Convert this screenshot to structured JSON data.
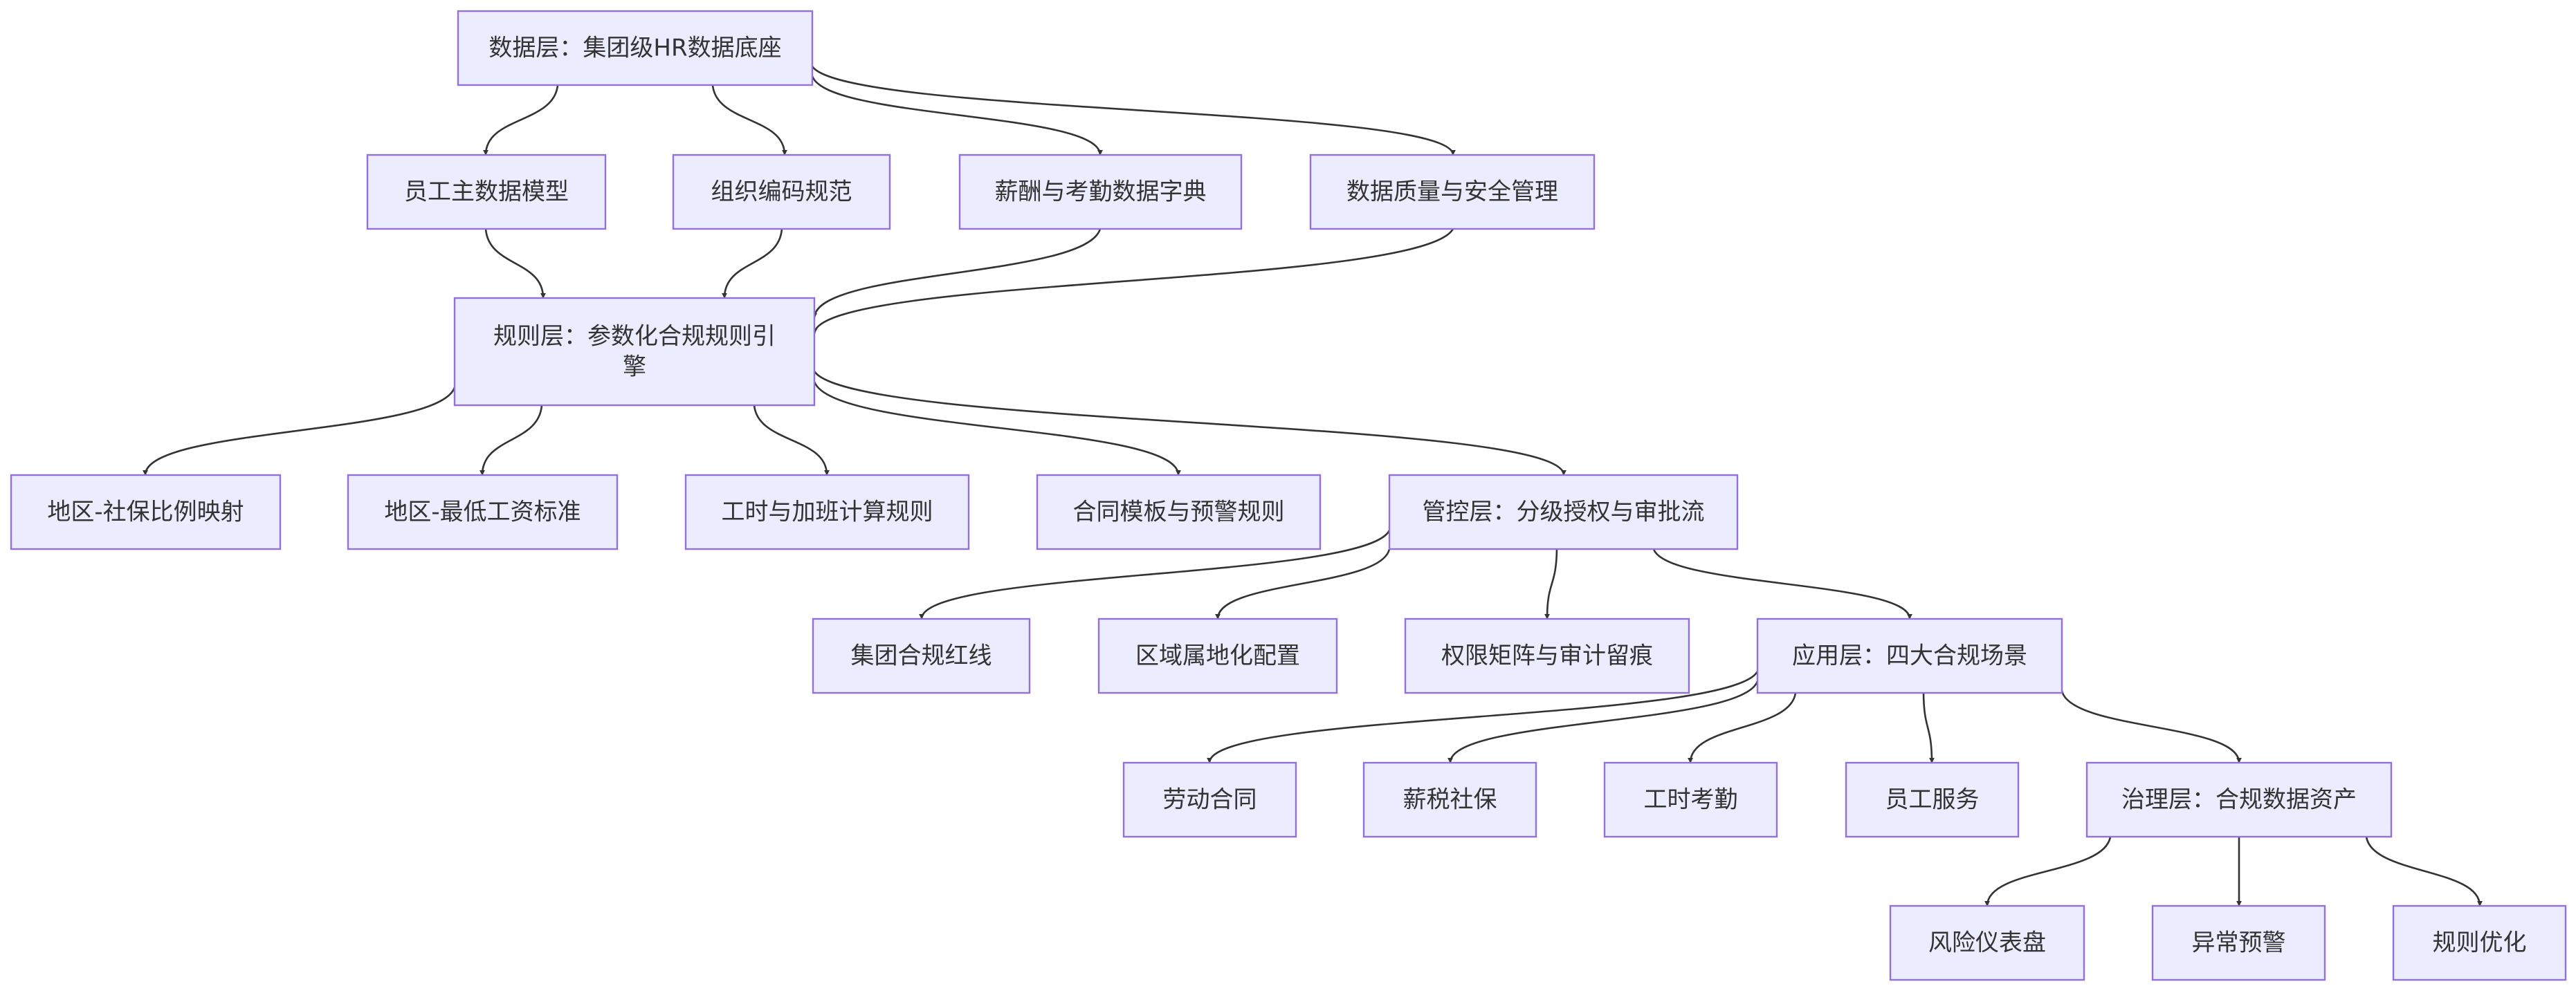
{
  "diagram": {
    "nodes": {
      "data": {
        "lines": [
          "数据层：集团级HR数据底座"
        ]
      },
      "emp": {
        "lines": [
          "员工主数据模型"
        ]
      },
      "org": {
        "lines": [
          "组织编码规范"
        ]
      },
      "pay": {
        "lines": [
          "薪酬与考勤数据字典"
        ]
      },
      "dq": {
        "lines": [
          "数据质量与安全管理"
        ]
      },
      "rule": {
        "lines": [
          "规则层：参数化合规规则引",
          "擎"
        ]
      },
      "r1": {
        "lines": [
          "地区-社保比例映射"
        ]
      },
      "r2": {
        "lines": [
          "地区-最低工资标准"
        ]
      },
      "r3": {
        "lines": [
          "工时与加班计算规则"
        ]
      },
      "r4": {
        "lines": [
          "合同模板与预警规则"
        ]
      },
      "ctrl": {
        "lines": [
          "管控层：分级授权与审批流"
        ]
      },
      "c1": {
        "lines": [
          "集团合规红线"
        ]
      },
      "c2": {
        "lines": [
          "区域属地化配置"
        ]
      },
      "c3": {
        "lines": [
          "权限矩阵与审计留痕"
        ]
      },
      "app": {
        "lines": [
          "应用层：四大合规场景"
        ]
      },
      "a1": {
        "lines": [
          "劳动合同"
        ]
      },
      "a2": {
        "lines": [
          "薪税社保"
        ]
      },
      "a3": {
        "lines": [
          "工时考勤"
        ]
      },
      "a4": {
        "lines": [
          "员工服务"
        ]
      },
      "gov": {
        "lines": [
          "治理层：合规数据资产"
        ]
      },
      "g1": {
        "lines": [
          "风险仪表盘"
        ]
      },
      "g2": {
        "lines": [
          "异常预警"
        ]
      },
      "g3": {
        "lines": [
          "规则优化"
        ]
      }
    },
    "edges": [
      [
        "data",
        "emp"
      ],
      [
        "data",
        "org"
      ],
      [
        "data",
        "pay"
      ],
      [
        "data",
        "dq"
      ],
      [
        "emp",
        "rule"
      ],
      [
        "org",
        "rule"
      ],
      [
        "pay",
        "rule"
      ],
      [
        "dq",
        "rule"
      ],
      [
        "rule",
        "r1"
      ],
      [
        "rule",
        "r2"
      ],
      [
        "rule",
        "r3"
      ],
      [
        "rule",
        "r4"
      ],
      [
        "rule",
        "ctrl"
      ],
      [
        "ctrl",
        "c1"
      ],
      [
        "ctrl",
        "c2"
      ],
      [
        "ctrl",
        "c3"
      ],
      [
        "ctrl",
        "app"
      ],
      [
        "app",
        "a1"
      ],
      [
        "app",
        "a2"
      ],
      [
        "app",
        "a3"
      ],
      [
        "app",
        "a4"
      ],
      [
        "app",
        "gov"
      ],
      [
        "gov",
        "g1"
      ],
      [
        "gov",
        "g2"
      ],
      [
        "gov",
        "g3"
      ]
    ]
  }
}
